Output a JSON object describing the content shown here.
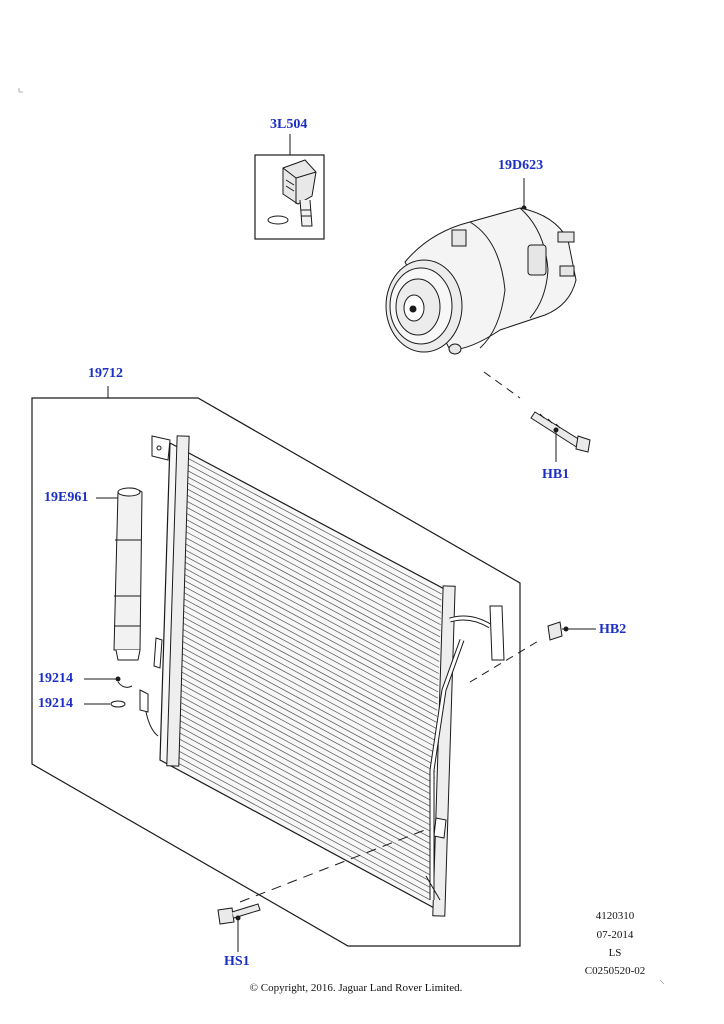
{
  "callouts": {
    "c3L504": "3L504",
    "c19D623": "19D623",
    "c19712": "19712",
    "c19E961": "19E961",
    "c19214a": "19214",
    "c19214b": "19214",
    "cHB1": "HB1",
    "cHB2": "HB2",
    "cHS1": "HS1"
  },
  "meta": {
    "number": "4120310",
    "date": "07-2014",
    "code": "LS",
    "ref": "C0250520-02"
  },
  "copyright": "© Copyright, 2016. Jaguar Land Rover Limited.",
  "colors": {
    "callout": "#1c2fc4",
    "line": "#1a1a1a"
  }
}
